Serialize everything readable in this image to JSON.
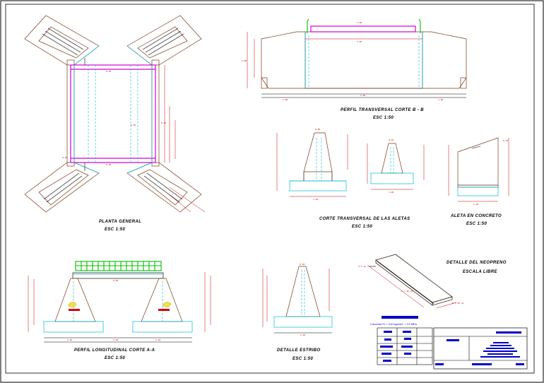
{
  "views": {
    "planta": {
      "title": "PLANTA GENERAL",
      "scale": "ESC 1:50"
    },
    "perfil_transversal": {
      "title": "PERFIL TRANSVERSAL CORTE B - B",
      "scale": "ESC 1:50"
    },
    "corte_aletas": {
      "title": "CORTE TRANSVERSAL DE LAS ALETAS",
      "scale": "ESC 1:50"
    },
    "aleta_concreto": {
      "title": "ALETA EN CONCRETO",
      "scale": "ESC 1:50"
    },
    "neopreno": {
      "title": "DETALLE DEL NEOPRENO",
      "scale": "ESCALA LIBRE",
      "dim_l": "L = 90 cm",
      "dim_b": "B = 50 cm",
      "dim_e": "2.5 cm"
    },
    "perfil_longitudinal": {
      "title": "PERFIL LONGITUDINAL CORTE A-A",
      "scale": "ESC 1:50"
    },
    "estribo": {
      "title": "DETALLE ESTRIBO",
      "scale": "ESC 1:50"
    }
  },
  "notes": {
    "concrete": "Concreto f'c = 210 kg/cm2. = 21 MPa"
  }
}
